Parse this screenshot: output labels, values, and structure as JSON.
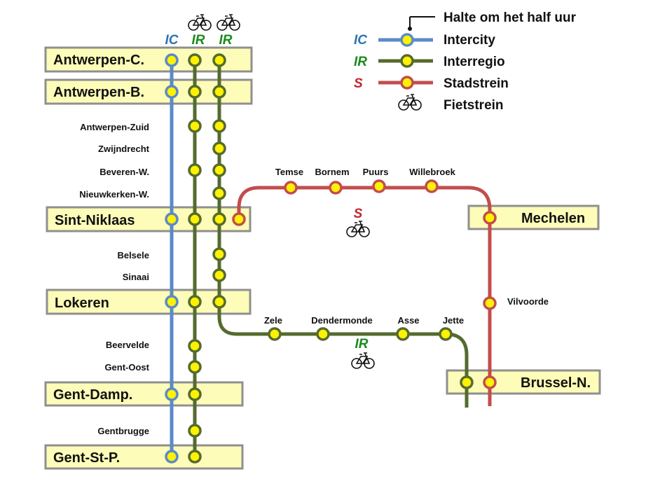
{
  "colors": {
    "ic": "#5b8ac8",
    "ir": "#556b2f",
    "s": "#c24d4d",
    "stop_fill": "#fff200",
    "ic_text": "#2d73b5",
    "ir_text": "#1c8a1c",
    "s_text": "#c0272d"
  },
  "header": {
    "ic": "IC",
    "ir1": "IR",
    "ir2": "IR",
    "bike_icons": [
      "bike-icon",
      "bike-icon"
    ]
  },
  "legend": {
    "half_hour": "Halte om het half uur",
    "items": [
      {
        "code": "IC",
        "label": "Intercity"
      },
      {
        "code": "IR",
        "label": "Interregio"
      },
      {
        "code": "S",
        "label": "Stadstrein"
      },
      {
        "code": "",
        "label": "Fietstrein",
        "icon": "bike-icon"
      }
    ]
  },
  "major_stations": [
    {
      "id": "antwerpen-c",
      "name": "Antwerpen-C."
    },
    {
      "id": "antwerpen-b",
      "name": "Antwerpen-B."
    },
    {
      "id": "sint-niklaas",
      "name": "Sint-Niklaas"
    },
    {
      "id": "lokeren",
      "name": "Lokeren"
    },
    {
      "id": "gent-damp",
      "name": "Gent-Damp."
    },
    {
      "id": "gent-st-p",
      "name": "Gent-St-P."
    },
    {
      "id": "mechelen",
      "name": "Mechelen"
    },
    {
      "id": "brussel-n",
      "name": "Brussel-N."
    }
  ],
  "minor_stations": [
    {
      "id": "antwerpen-zuid",
      "name": "Antwerpen-Zuid"
    },
    {
      "id": "zwijndrecht",
      "name": "Zwijndrecht"
    },
    {
      "id": "beveren-w",
      "name": "Beveren-W."
    },
    {
      "id": "nieuwkerken-w",
      "name": "Nieuwkerken-W."
    },
    {
      "id": "belsele",
      "name": "Belsele"
    },
    {
      "id": "sinaai",
      "name": "Sinaai"
    },
    {
      "id": "beervelde",
      "name": "Beervelde"
    },
    {
      "id": "gent-oost",
      "name": "Gent-Oost"
    },
    {
      "id": "gentbrugge",
      "name": "Gentbrugge"
    },
    {
      "id": "temse",
      "name": "Temse"
    },
    {
      "id": "bornem",
      "name": "Bornem"
    },
    {
      "id": "puurs",
      "name": "Puurs"
    },
    {
      "id": "willebroek",
      "name": "Willebroek"
    },
    {
      "id": "vilvoorde",
      "name": "Vilvoorde"
    },
    {
      "id": "zele",
      "name": "Zele"
    },
    {
      "id": "dendermonde",
      "name": "Dendermonde"
    },
    {
      "id": "asse",
      "name": "Asse"
    },
    {
      "id": "jette",
      "name": "Jette"
    }
  ],
  "route_labels": {
    "s_line": {
      "code": "S",
      "icon": "bike-icon"
    },
    "ir_line": {
      "code": "IR",
      "icon": "bike-icon"
    }
  }
}
